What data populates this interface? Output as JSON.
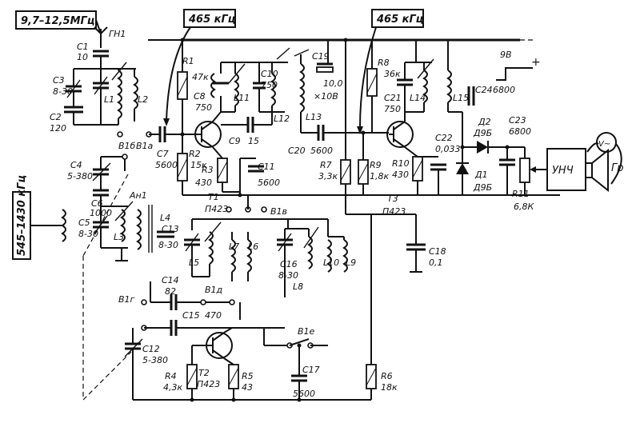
{
  "labels": {
    "band_top": "9,7–12,5МГц",
    "band_left": "545–1430 кГц",
    "if1": "465 кГц",
    "if2": "465 кГц",
    "supply": "9В",
    "plus": "+",
    "antenna": "ГН1",
    "amp": "УНЧ",
    "speaker": "Гр",
    "meter": "V~",
    "c1": "C1",
    "c1v": "10",
    "c2": "C2",
    "c2v": "120",
    "c3": "C3",
    "c3v": "8-30",
    "c4": "C4",
    "c4v": "5-380",
    "c5": "C5",
    "c5v": "8-30",
    "c6": "C6",
    "c6v": "1000",
    "c7": "C7",
    "c7v": "5600",
    "c8": "C8",
    "c8v": "750",
    "c9": "C9",
    "c9v": "15",
    "c10": "C10",
    "c10v": "750",
    "c11": "C11",
    "c11v": "5600",
    "c12": "C12",
    "c12v": "5-380",
    "c13": "C13",
    "c13v": "8-30",
    "c14": "C14",
    "c14v": "82",
    "c15": "C15",
    "c15v": "470",
    "c16": "C16",
    "c16v": "8-30",
    "c17": "C17",
    "c17v": "5600",
    "c18": "C18",
    "c18v": "0,1",
    "c19": "C19",
    "c19v": "10,0",
    "c19v2": "×10В",
    "c20": "C20",
    "c20v": "5600",
    "c21": "C21",
    "c21v": "750",
    "c22": "C22",
    "c22v": "0,033",
    "c23": "C23",
    "c23v": "6800",
    "c24": "C24",
    "c24v": "6800",
    "r1": "R1",
    "r1v": "47к",
    "r2": "R2",
    "r2v": "15к",
    "r3": "R3",
    "r3v": "430",
    "r4": "R4",
    "r4v": "4,3к",
    "r5": "R5",
    "r5v": "43",
    "r6": "R6",
    "r6v": "18к",
    "r7": "R7",
    "r7v": "3,3к",
    "r8": "R8",
    "r8v": "36к",
    "r9": "R9",
    "r9v": "1,8к",
    "r10": "R10",
    "r10v": "430",
    "r11": "R11",
    "r11v": "6,8К",
    "t1": "T1",
    "t1v": "П423",
    "t2": "T2",
    "t2v": "П423",
    "t3": "T3",
    "t3v": "П423",
    "d1": "Д1",
    "d1v": "Д9Б",
    "d2": "Д2",
    "d2v": "Д9Б",
    "l1": "L1",
    "l2": "L2",
    "l3": "L3",
    "l4": "L4",
    "l5": "L5",
    "l6": "L6",
    "l7": "L7",
    "l8": "L8",
    "l9": "L9",
    "l10": "L10",
    "l11": "L11",
    "l12": "L12",
    "l13": "L13",
    "l14": "L14",
    "l15": "L15",
    "an1": "Ан1",
    "b1a": "В1а",
    "b1b": "В1б",
    "b1v": "В1в",
    "b1g": "В1г",
    "b1d": "В1д",
    "b1e": "В1е"
  }
}
